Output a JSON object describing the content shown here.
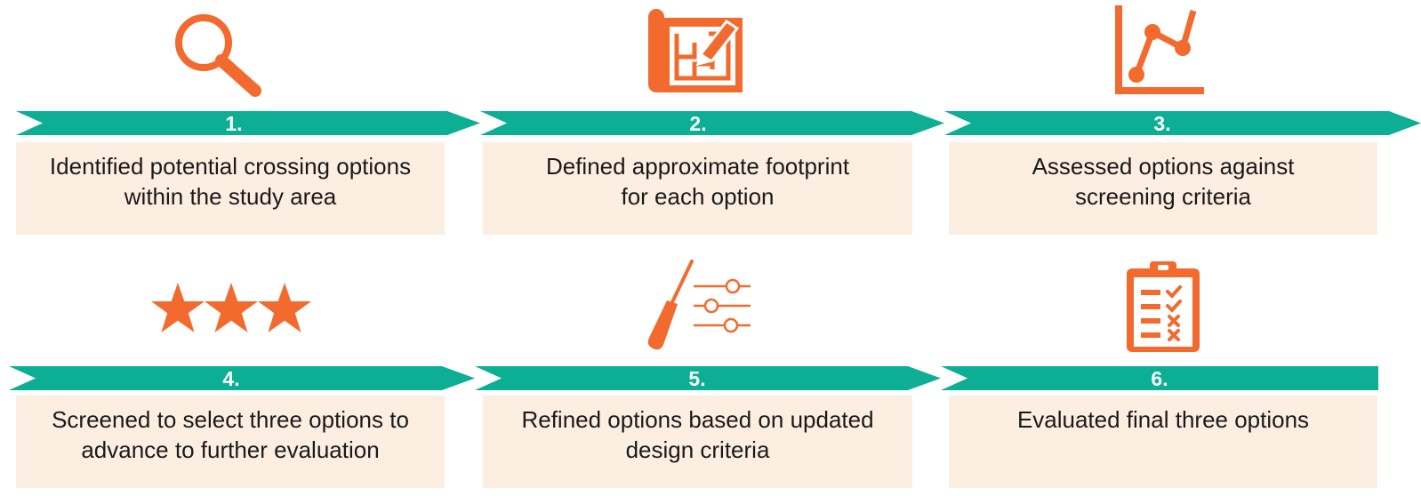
{
  "colors": {
    "accent_orange": "#f26a2e",
    "arrow_teal": "#0cae94",
    "box_fill": "#fdeee2",
    "text": "#1a1a1a"
  },
  "steps": [
    {
      "number": "1.",
      "icon": "magnifying-glass-icon",
      "lines": [
        "Identified potential crossing options",
        "within the study area"
      ]
    },
    {
      "number": "2.",
      "icon": "blueprint-pencil-icon",
      "lines": [
        "Defined approximate footprint",
        "for each option"
      ]
    },
    {
      "number": "3.",
      "icon": "line-chart-icon",
      "lines": [
        "Assessed options against",
        "screening criteria"
      ]
    },
    {
      "number": "4.",
      "icon": "three-stars-icon",
      "lines": [
        "Screened to select three options to",
        "advance to further evaluation"
      ]
    },
    {
      "number": "5.",
      "icon": "screwdriver-sliders-icon",
      "lines": [
        "Refined options based on updated",
        "design criteria"
      ]
    },
    {
      "number": "6.",
      "icon": "clipboard-checklist-icon",
      "lines": [
        "Evaluated final three options"
      ]
    }
  ]
}
